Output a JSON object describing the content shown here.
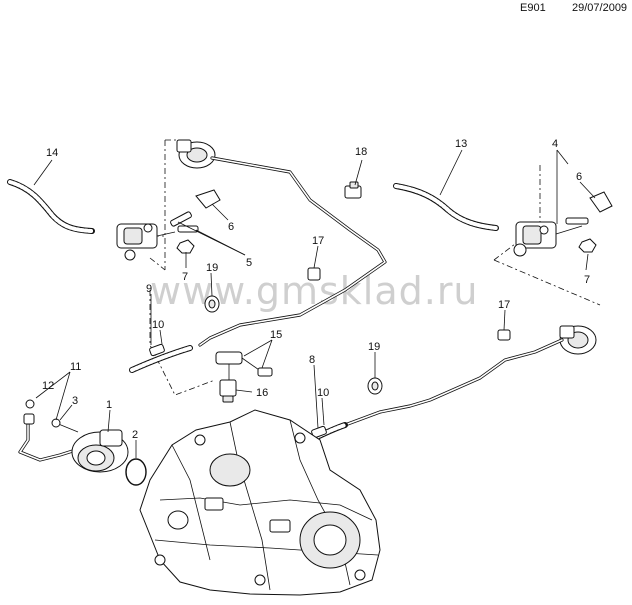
{
  "header": {
    "code": "E901",
    "date": "29/07/2009"
  },
  "watermark": "www.gmsklad.ru",
  "callouts": [
    "14",
    "18",
    "13",
    "4",
    "6",
    "6",
    "5",
    "17",
    "7",
    "19",
    "9",
    "10",
    "15",
    "16",
    "11",
    "12",
    "3",
    "1",
    "2",
    "17",
    "7",
    "19",
    "8",
    "10"
  ]
}
